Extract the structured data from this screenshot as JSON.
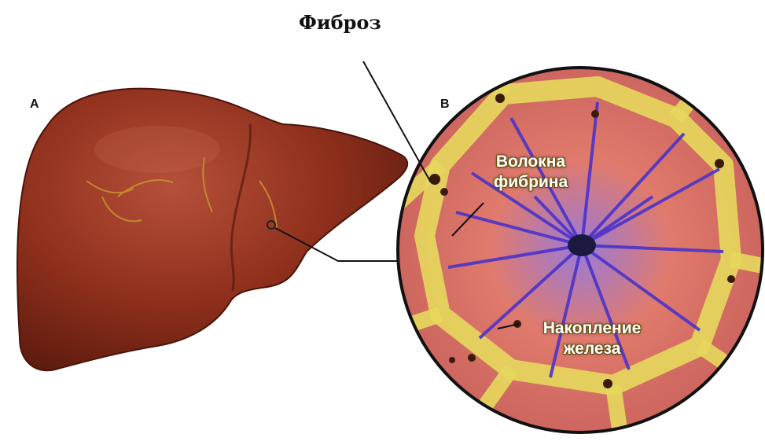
{
  "figure": {
    "title": "Фиброз",
    "panel_a": "А",
    "panel_b": "В",
    "callouts": {
      "fibers": [
        "Волокна",
        "фибрина"
      ],
      "iron": [
        "Накопление",
        "железа"
      ]
    }
  },
  "colors": {
    "liver": "#8e2f1c",
    "liver_highlight": "#b04a30",
    "tissue": "#e0746a",
    "fibrosis": "#e6d85c",
    "veins": "#4b33c9",
    "outline": "#111111"
  }
}
